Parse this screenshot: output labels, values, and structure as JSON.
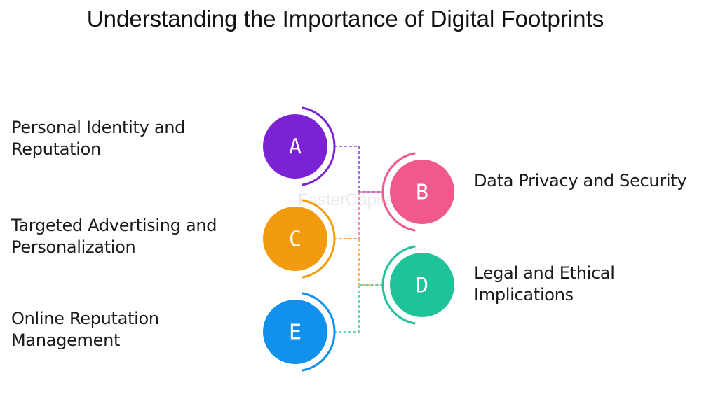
{
  "title": "Understanding the Importance of Digital Footprints",
  "watermark": "FasterCapital",
  "items": [
    {
      "letter": "A",
      "label_lines": [
        "Personal Identity and",
        "Reputation"
      ],
      "color": "#7b22d4"
    },
    {
      "letter": "B",
      "label_lines": [
        "Data Privacy and Security"
      ],
      "color": "#ef5a8a"
    },
    {
      "letter": "C",
      "label_lines": [
        "Targeted Advertising and",
        "Personalization"
      ],
      "color": "#f39b0f"
    },
    {
      "letter": "D",
      "label_lines": [
        "Legal and Ethical",
        "Implications"
      ],
      "color": "#1fc39a"
    },
    {
      "letter": "E",
      "label_lines": [
        "Online Reputation",
        "Management"
      ],
      "color": "#1191eb"
    }
  ]
}
